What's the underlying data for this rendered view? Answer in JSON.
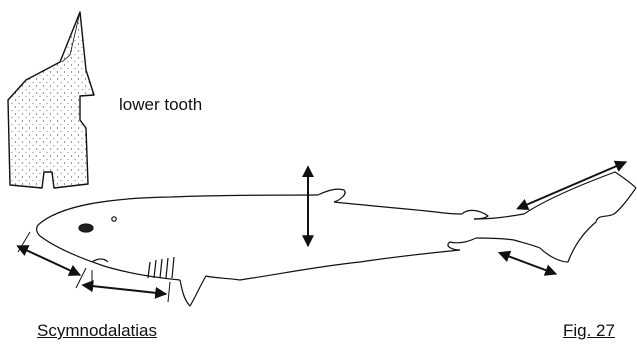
{
  "labels": {
    "tooth": "lower tooth",
    "genus": "Scymnodalatias",
    "figure": "Fig. 27"
  },
  "colors": {
    "ink": "#111111",
    "background": "#ffffff"
  }
}
